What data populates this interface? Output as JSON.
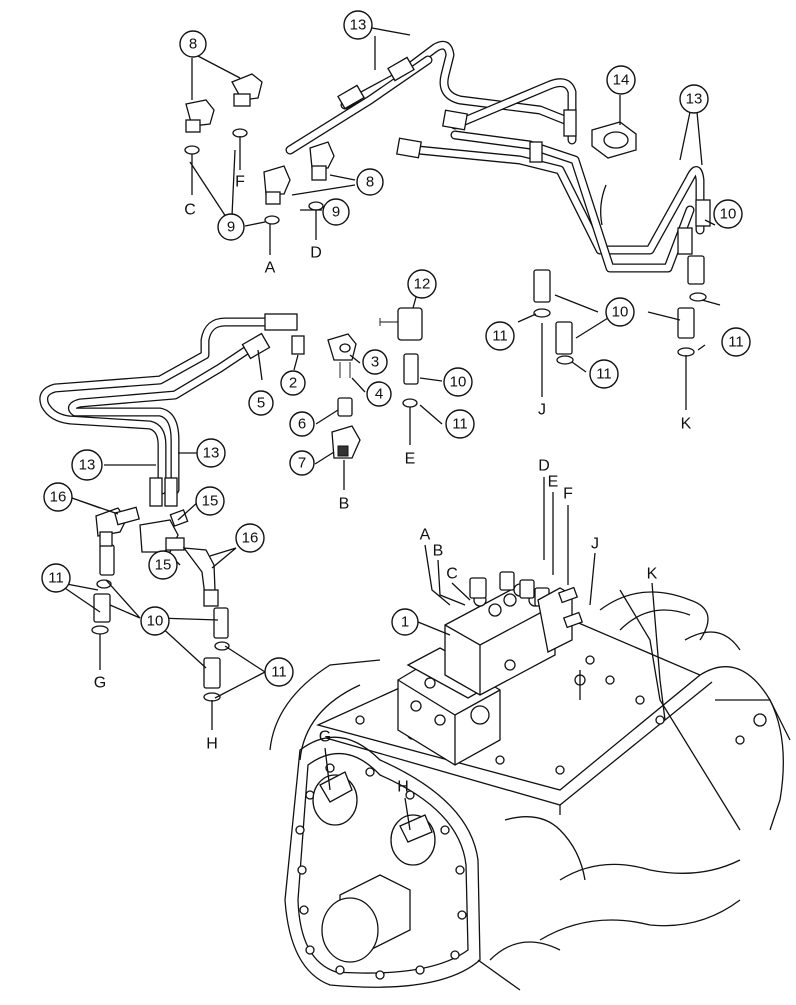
{
  "callouts": [
    {
      "n": "13"
    },
    {
      "n": "8"
    },
    {
      "n": "14"
    },
    {
      "n": "13"
    },
    {
      "n": "9"
    },
    {
      "n": "8"
    },
    {
      "n": "9"
    },
    {
      "n": "10"
    },
    {
      "n": "12"
    },
    {
      "n": "10"
    },
    {
      "n": "11"
    },
    {
      "n": "11"
    },
    {
      "n": "11"
    },
    {
      "n": "3"
    },
    {
      "n": "2"
    },
    {
      "n": "10"
    },
    {
      "n": "5"
    },
    {
      "n": "4"
    },
    {
      "n": "6"
    },
    {
      "n": "11"
    },
    {
      "n": "7"
    },
    {
      "n": "13"
    },
    {
      "n": "13"
    },
    {
      "n": "16"
    },
    {
      "n": "15"
    },
    {
      "n": "15"
    },
    {
      "n": "16"
    },
    {
      "n": "11"
    },
    {
      "n": "10"
    },
    {
      "n": "11"
    },
    {
      "n": "1"
    }
  ],
  "letters": [
    {
      "t": "C"
    },
    {
      "t": "F"
    },
    {
      "t": "A"
    },
    {
      "t": "D"
    },
    {
      "t": "J"
    },
    {
      "t": "K"
    },
    {
      "t": "E"
    },
    {
      "t": "B"
    },
    {
      "t": "G"
    },
    {
      "t": "H"
    },
    {
      "t": "D"
    },
    {
      "t": "E"
    },
    {
      "t": "F"
    },
    {
      "t": "A"
    },
    {
      "t": "B"
    },
    {
      "t": "C"
    },
    {
      "t": "J"
    },
    {
      "t": "K"
    },
    {
      "t": "G"
    },
    {
      "t": "H"
    }
  ]
}
